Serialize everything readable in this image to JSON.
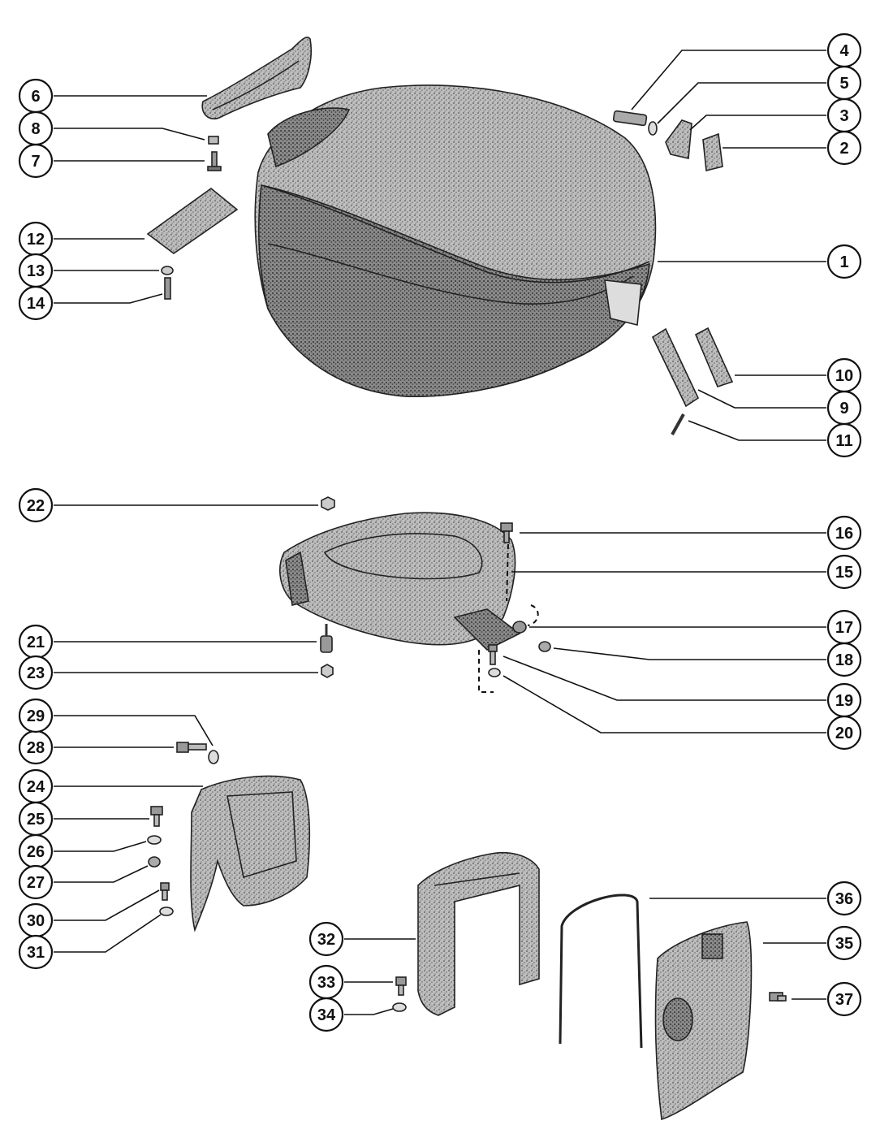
{
  "diagram": {
    "callouts": [
      {
        "id": "c1",
        "label": "1"
      },
      {
        "id": "c2",
        "label": "2"
      },
      {
        "id": "c3",
        "label": "3"
      },
      {
        "id": "c4",
        "label": "4"
      },
      {
        "id": "c5",
        "label": "5"
      },
      {
        "id": "c6",
        "label": "6"
      },
      {
        "id": "c7",
        "label": "7"
      },
      {
        "id": "c8",
        "label": "8"
      },
      {
        "id": "c9",
        "label": "9"
      },
      {
        "id": "c10",
        "label": "10"
      },
      {
        "id": "c11",
        "label": "11"
      },
      {
        "id": "c12",
        "label": "12"
      },
      {
        "id": "c13",
        "label": "13"
      },
      {
        "id": "c14",
        "label": "14"
      },
      {
        "id": "c15",
        "label": "15"
      },
      {
        "id": "c16",
        "label": "16"
      },
      {
        "id": "c17",
        "label": "17"
      },
      {
        "id": "c18",
        "label": "18"
      },
      {
        "id": "c19",
        "label": "19"
      },
      {
        "id": "c20",
        "label": "20"
      },
      {
        "id": "c21",
        "label": "21"
      },
      {
        "id": "c22",
        "label": "22"
      },
      {
        "id": "c23",
        "label": "23"
      },
      {
        "id": "c24",
        "label": "24"
      },
      {
        "id": "c25",
        "label": "25"
      },
      {
        "id": "c26",
        "label": "26"
      },
      {
        "id": "c27",
        "label": "27"
      },
      {
        "id": "c28",
        "label": "28"
      },
      {
        "id": "c29",
        "label": "29"
      },
      {
        "id": "c30",
        "label": "30"
      },
      {
        "id": "c31",
        "label": "31"
      },
      {
        "id": "c32",
        "label": "32"
      },
      {
        "id": "c33",
        "label": "33"
      },
      {
        "id": "c34",
        "label": "34"
      },
      {
        "id": "c35",
        "label": "35"
      },
      {
        "id": "c36",
        "label": "36"
      },
      {
        "id": "c37",
        "label": "37"
      }
    ]
  }
}
